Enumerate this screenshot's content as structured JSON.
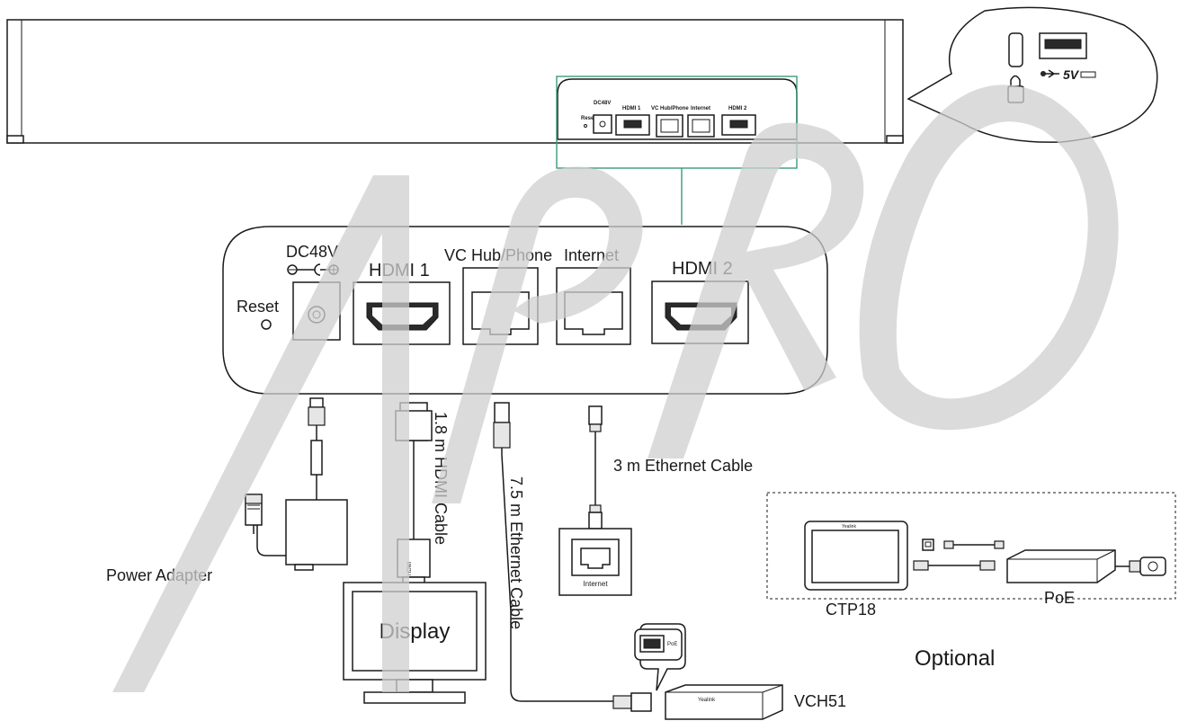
{
  "ports": {
    "reset": "Reset",
    "dc": "DC48V",
    "hdmi1": "HDMI 1",
    "vc_hub": "VC Hub/Phone",
    "internet": "Internet",
    "hdmi2": "HDMI 2"
  },
  "mini_ports": {
    "reset": "Reset",
    "dc": "DC48V",
    "hdmi1": "HDMI 1",
    "vc_hub": "VC Hub/Phone",
    "internet": "Internet",
    "hdmi2": "HDMI 2"
  },
  "usb_callout": {
    "power": "5V"
  },
  "cables": {
    "hdmi": "1.8 m HDMI Cable",
    "ethernet_long": "7.5 m Ethernet Cable",
    "ethernet_short": "3 m Ethernet Cable",
    "hdmi_plug_text": "HDMI"
  },
  "devices": {
    "power_adapter": "Power Adapter",
    "display": "Display",
    "wall_port": "Internet",
    "vch51": "VCH51",
    "vch51_brand": "Yealink",
    "poe_bubble": "PoE"
  },
  "optional": {
    "title": "Optional",
    "ctp18": "CTP18",
    "ctp18_brand": "Yealink",
    "poe": "PoE"
  }
}
